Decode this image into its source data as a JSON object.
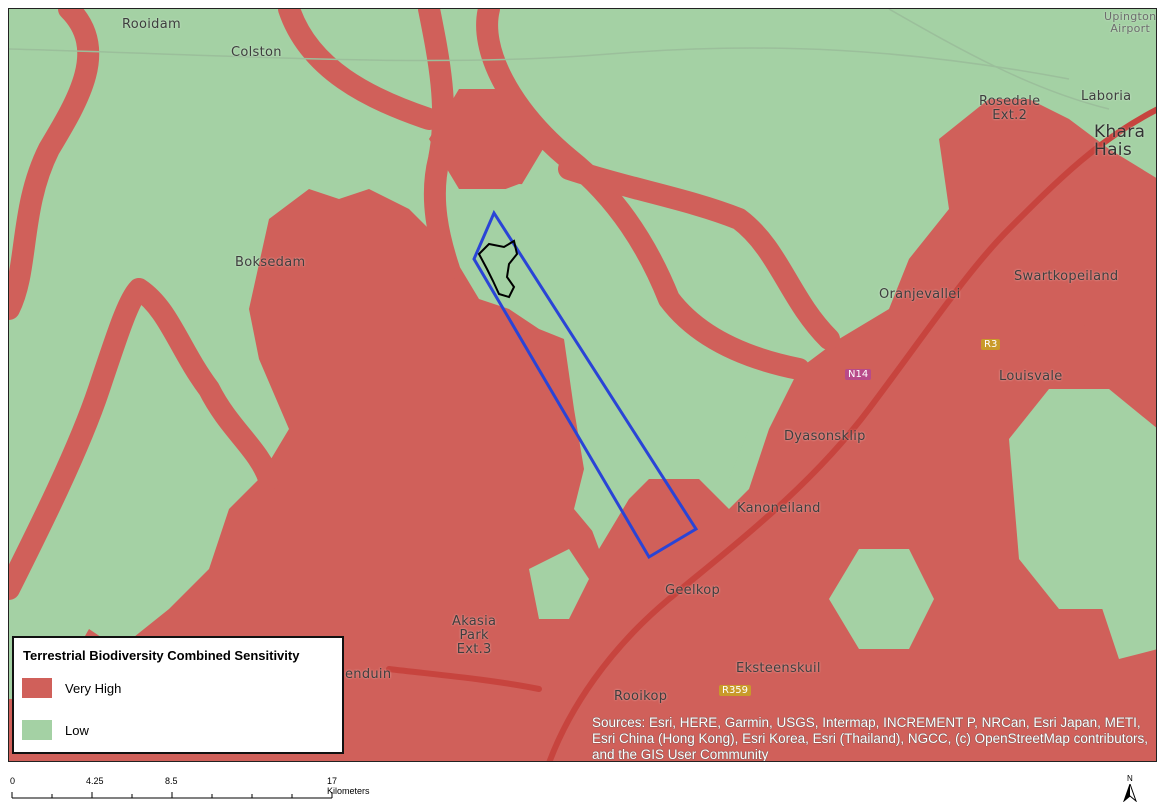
{
  "legend": {
    "title": "Terrestrial Biodiversity Combined Sensitivity",
    "items": [
      {
        "label": "Very High",
        "color": "#d0605a"
      },
      {
        "label": "Low",
        "color": "#a4d1a4"
      }
    ]
  },
  "colors": {
    "very_high": "#d0605a",
    "low": "#a4d1a4",
    "site_outline": "#2a44d6",
    "project_outline": "#000000",
    "road": "#c7443e"
  },
  "places": {
    "rooidam": "Rooidam",
    "colston": "Colston",
    "upington_airport_1": "Upington",
    "upington_airport_2": "Airport",
    "boksedam": "Boksedam",
    "rosedale_1": "Rosedale",
    "rosedale_2": "Ext.2",
    "laboria": "Laboria",
    "khara_1": "Khara",
    "khara_2": "Hais",
    "swartkopeiland": "Swartkopeiland",
    "oranjevallei": "Oranjevallei",
    "louisvale": "Louisvale",
    "dyasonsklip": "Dyasonsklip",
    "kanoneiland": "Kanoneiland",
    "geelkop": "Geelkop",
    "akasia_1": "Akasia",
    "akasia_2": "Park",
    "akasia_3": "Ext.3",
    "eksteenskuil": "Eksteenskuil",
    "rooikop": "Rooikop",
    "enduin": "enduin"
  },
  "road_shields": {
    "n14": "N14",
    "r3": "R3",
    "r359": "R359"
  },
  "attribution": "Sources: Esri, HERE, Garmin, USGS, Intermap, INCREMENT P, NRCan, Esri Japan, METI, Esri China (Hong Kong), Esri Korea, Esri (Thailand), NGCC, (c) OpenStreetMap contributors, and the GIS User Community",
  "scale": {
    "labels": [
      "0",
      "4.25",
      "8.5",
      "17 Kilometers"
    ]
  },
  "north_arrow": {
    "letter": "N"
  }
}
